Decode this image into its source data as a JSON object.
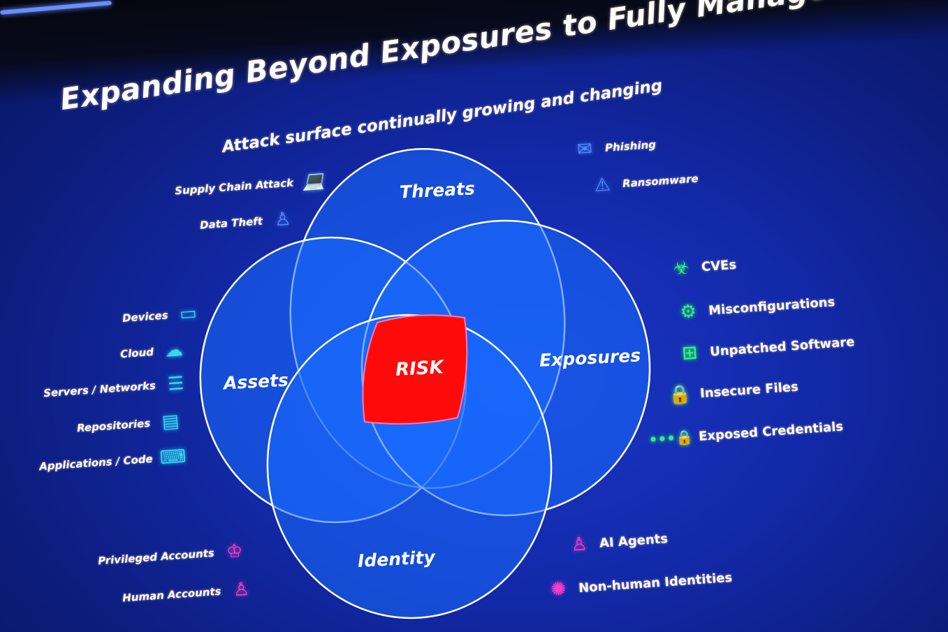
{
  "title": "Expanding Beyond Exposures to Fully Managed Risk",
  "subtitle": "Attack surface continually growing and changing",
  "venn": {
    "threats": "Threats",
    "assets": "Assets",
    "exposures": "Exposures",
    "identity": "Identity",
    "center": "RISK"
  },
  "colors": {
    "circle_fill": "#1a6cff",
    "risk": "#ff0a0a",
    "assets_icons": "#35d8f2",
    "threats_icons": "#4f8dff",
    "exposures_icons": "#2ff07a",
    "identity_icons": "#ff3ec8"
  },
  "threats_items": [
    {
      "label": "Supply Chain Attack",
      "icon": "laptop-bug-icon"
    },
    {
      "label": "Data Theft",
      "icon": "thief-icon"
    },
    {
      "label": "Phishing",
      "icon": "phishing-hook-icon"
    },
    {
      "label": "Ransomware",
      "icon": "ransomware-icon"
    }
  ],
  "assets_items": [
    {
      "label": "Devices",
      "icon": "devices-icon"
    },
    {
      "label": "Cloud",
      "icon": "cloud-icon"
    },
    {
      "label": "Servers / Networks",
      "icon": "server-icon"
    },
    {
      "label": "Repositories",
      "icon": "repository-icon"
    },
    {
      "label": "Applications / Code",
      "icon": "app-code-icon"
    }
  ],
  "exposures_items": [
    {
      "label": "CVEs",
      "icon": "biohazard-icon"
    },
    {
      "label": "Misconfigurations",
      "icon": "gear-icon"
    },
    {
      "label": "Unpatched Software",
      "icon": "grid-icon"
    },
    {
      "label": "Insecure Files",
      "icon": "lock-icon"
    },
    {
      "label": "Exposed Credentials",
      "icon": "password-icon"
    }
  ],
  "identity_items": [
    {
      "label": "Privileged Accounts",
      "icon": "privileged-user-icon"
    },
    {
      "label": "Human Accounts",
      "icon": "user-icon"
    },
    {
      "label": "AI Agents",
      "icon": "ai-agent-icon"
    },
    {
      "label": "Non-human Identities",
      "icon": "robot-brain-icon"
    }
  ]
}
